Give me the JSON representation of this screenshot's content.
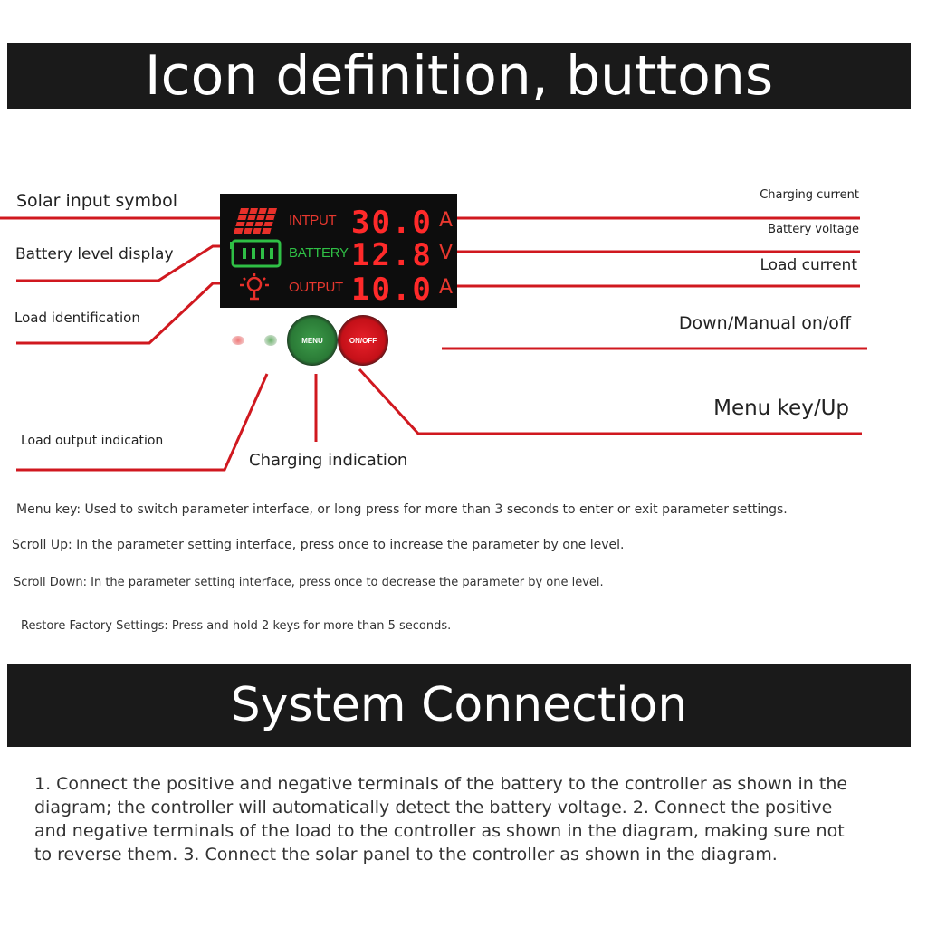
{
  "header": {
    "title": "Icon definition, buttons"
  },
  "display": {
    "rows": [
      {
        "label": "INTPUT",
        "value": "30.0",
        "unit": "A"
      },
      {
        "label": "BATTERY",
        "value": "12.8",
        "unit": "V"
      },
      {
        "label": "OUTPUT",
        "value": "10.0",
        "unit": "A"
      }
    ],
    "buttons": {
      "menu": "MENU",
      "onoff": "ON/OFF"
    }
  },
  "callouts": {
    "solar_input_symbol": "Solar input symbol",
    "battery_level_display": "Battery level display",
    "load_identification": "Load identification",
    "load_output_indication": "Load output indication",
    "charging_indication": "Charging indication",
    "charging_current": "Charging current",
    "battery_voltage": "Battery voltage",
    "load_current": "Load current",
    "down_manual": "Down/Manual on/off",
    "menu_key_up": "Menu key/Up"
  },
  "instructions": [
    "Menu key: Used to switch parameter interface, or long press for more than 3 seconds to enter or exit parameter settings.",
    "Scroll Up: In the parameter setting interface, press once to increase the parameter by one level.",
    "Scroll Down: In the parameter setting interface, press once to decrease the parameter by one level.",
    "Restore Factory Settings: Press and hold 2 keys for more than 5 seconds."
  ],
  "section2": {
    "title": "System Connection",
    "body": "1. Connect the positive and negative terminals of the battery to the controller as shown in the diagram; the controller will automatically detect the battery voltage. 2. Connect the positive and negative terminals of the load to the controller as shown in the diagram, making sure not to reverse them. 3. Connect the solar panel to the controller as shown in the diagram."
  },
  "colors": {
    "banner": "#1a1a1a",
    "leader_line": "#d0181f",
    "display_red": "#ff2a2a",
    "display_green": "#2fbf45",
    "menu_button": "#2f8a3c",
    "onoff_button": "#d81a1a"
  }
}
